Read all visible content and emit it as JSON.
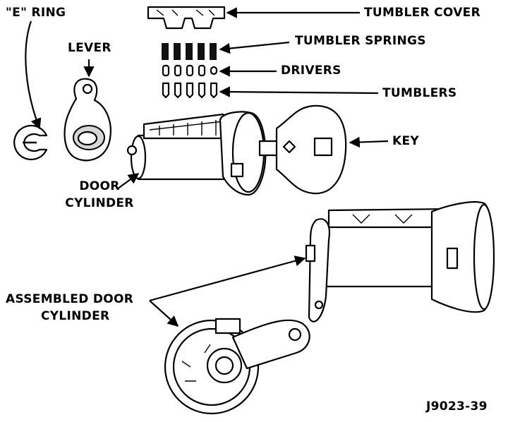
{
  "labels": {
    "e_ring": "\"E\" RING",
    "lever": "LEVER",
    "tumbler_cover": "TUMBLER COVER",
    "tumbler_springs": "TUMBLER SPRINGS",
    "drivers": "DRIVERS",
    "tumblers": "TUMBLERS",
    "key": "KEY",
    "door_cylinder": [
      "DOOR",
      "CYLINDER"
    ],
    "assembled_door_cylinder": [
      "ASSEMBLED DOOR",
      "CYLINDER"
    ]
  },
  "figure_id": "J9023-39"
}
